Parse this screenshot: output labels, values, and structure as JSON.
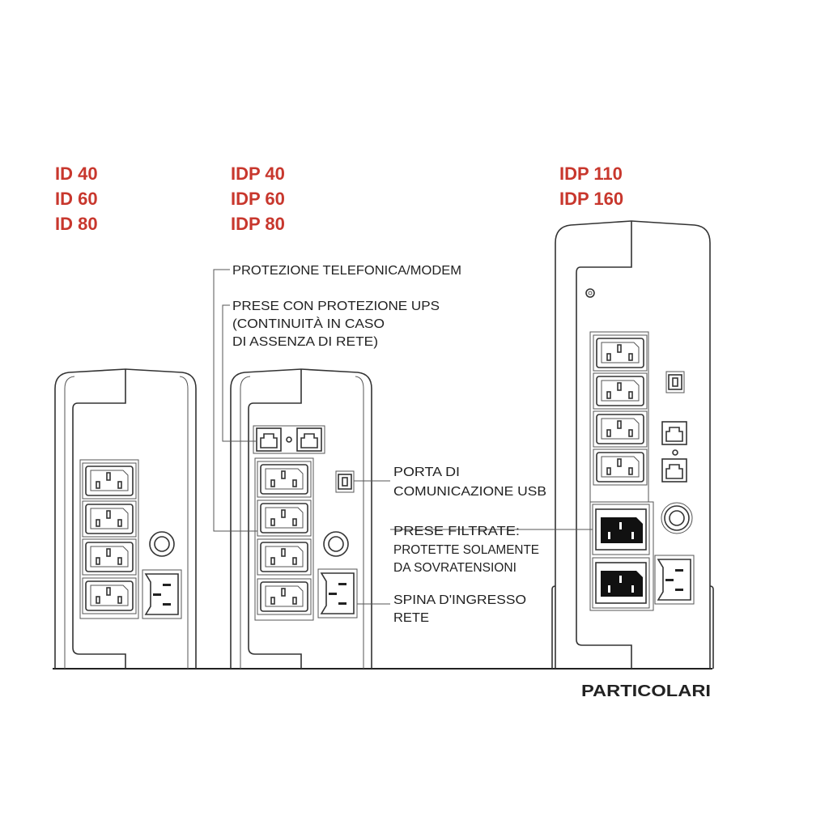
{
  "colors": {
    "model_label": "#c8372d",
    "line": "#333333"
  },
  "models": {
    "group1": [
      "ID 40",
      "ID 60",
      "ID 80"
    ],
    "group2": [
      "IDP 40",
      "IDP 60",
      "IDP 80"
    ],
    "group3": [
      "IDP 110",
      "IDP 160"
    ]
  },
  "annotations": {
    "telefonica": "PROTEZIONE TELEFONICA/MODEM",
    "prese_ups": [
      "PRESE CON PROTEZIONE UPS",
      "(CONTINUITÀ IN CASO",
      "DI ASSENZA DI RETE)"
    ],
    "usb": [
      "PORTA DI",
      "COMUNICAZIONE USB"
    ],
    "filtrate": [
      "PRESE FILTRATE:",
      "PROTETTE SOLAMENTE",
      "DA SOVRATENSIONI"
    ],
    "spina": [
      "SPINA D'INGRESSO",
      "RETE"
    ]
  },
  "caption": "PARTICOLARI"
}
